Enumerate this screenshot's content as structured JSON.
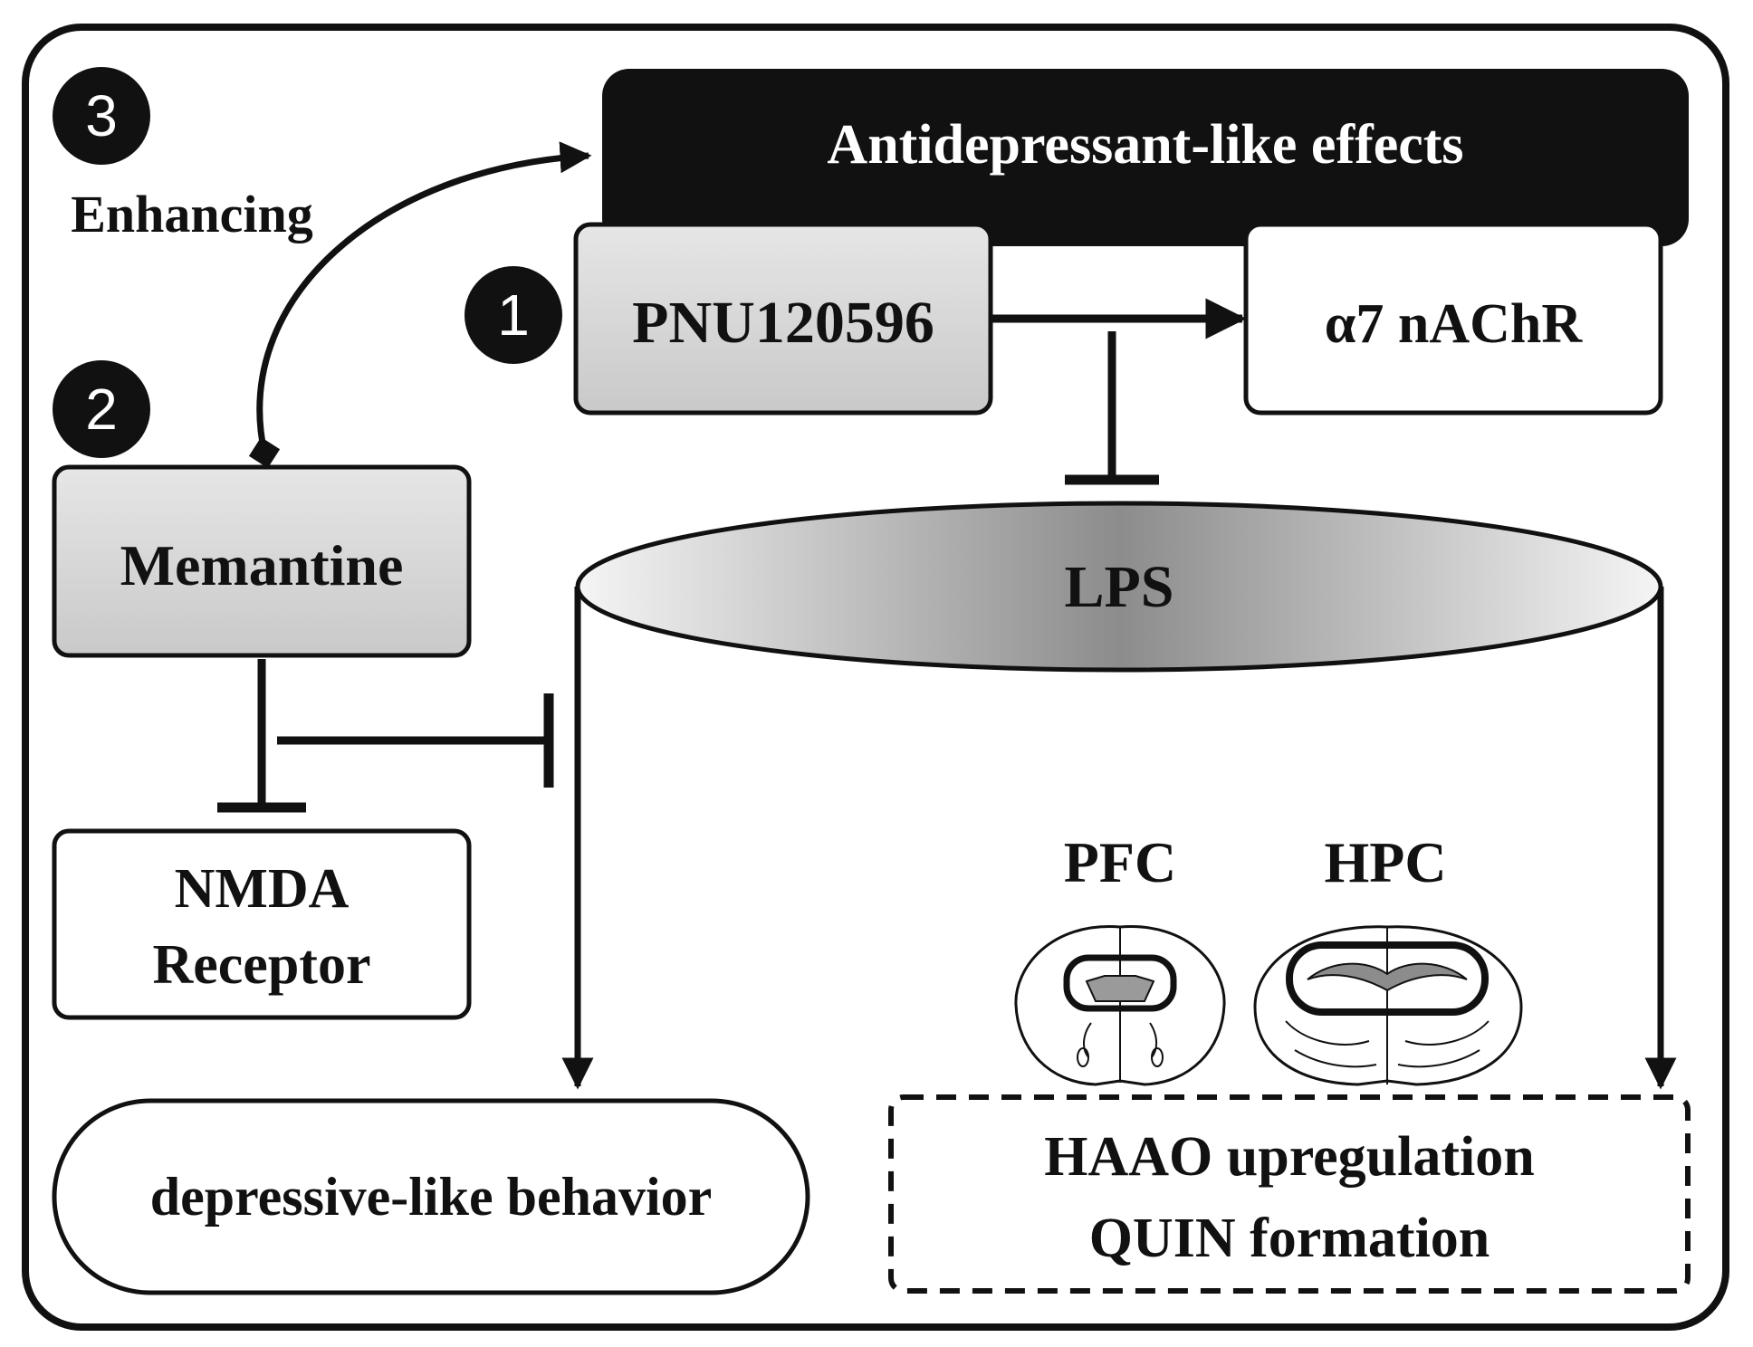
{
  "steps": {
    "one": "1",
    "two": "2",
    "three": "3",
    "three_label": "Enhancing"
  },
  "boxes": {
    "effects": "Antidepressant-like effects",
    "pnu": "PNU120596",
    "receptor_a7": "α7 nAChR",
    "memantine": "Memantine",
    "nmda_line1": "NMDA",
    "nmda_line2": "Receptor",
    "lps": "LPS",
    "behavior": "depressive-like behavior",
    "haao_line1": "HAAO upregulation",
    "haao_line2": "QUIN formation"
  },
  "regions": {
    "pfc": "PFC",
    "hpc": "HPC"
  },
  "colors": {
    "ink": "#111111",
    "box_gray": "#d9d9d9",
    "lps_dark": "#8a8a8a",
    "lps_light": "#f4f4f4"
  }
}
